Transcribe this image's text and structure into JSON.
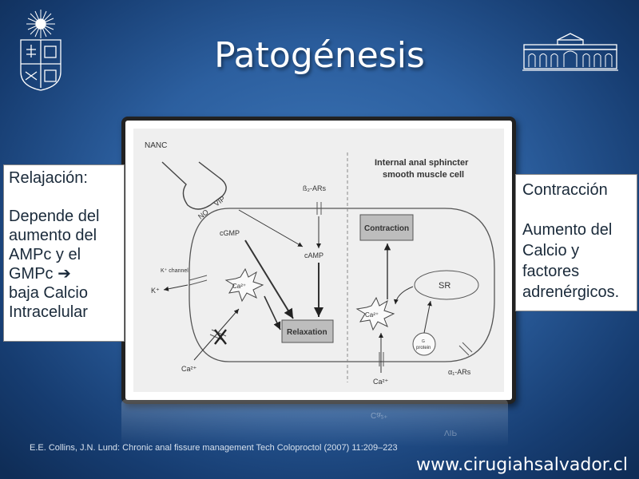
{
  "slide": {
    "title": "Patogénesis",
    "citation": "E.E. Collins, J.N. Lund: Chronic anal fissure management Tech Coloproctol (2007) 11:209–223",
    "website": "www.cirugiahsalvador.cl"
  },
  "left_box": {
    "heading": "Relajación:",
    "lines": [
      "Depende del",
      "aumento del",
      "AMPc y el",
      "GMPc ➔",
      "baja Calcio",
      "Intracelular"
    ]
  },
  "right_box": {
    "heading": "Contracción",
    "lines": [
      "Aumento del",
      "Calcio y",
      "factores",
      "adrenérgicos."
    ]
  },
  "figure": {
    "nanc": "NANC",
    "cell_title_1": "Internal anal sphincter",
    "cell_title_2": "smooth muscle cell",
    "b2ars": "ß₂-ARs",
    "vip": "VIP",
    "no": "NO",
    "cgmp": "cGMP",
    "camp": "cAMP",
    "k_channel": "K⁺ channel",
    "k_ion": "K⁺",
    "ca_inside": "Ca²⁺",
    "ca_outside_left": "Ca²⁺",
    "relaxation": "Relaxation",
    "contraction": "Contraction",
    "sr": "SR",
    "ca_right": "Ca²⁺",
    "g_protein_1": "G",
    "g_protein_2": "protein",
    "ca_outside_right": "Ca²⁺",
    "a1ars": "α₁-ARs"
  },
  "reflection": {
    "left_text": "Ca²⁺",
    "right_text": "VIP"
  }
}
